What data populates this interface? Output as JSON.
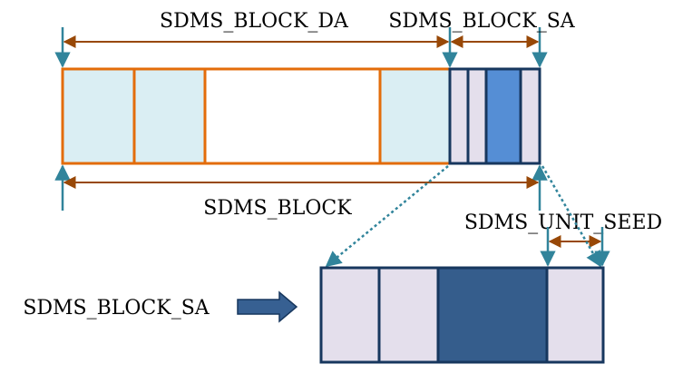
{
  "labels": {
    "block_da": "SDMS_BLOCK_DA",
    "block_sa_top": "SDMS_BLOCK_SA",
    "block": "SDMS_BLOCK",
    "unit_seed": "SDMS_UNIT_SEED",
    "block_sa_zoom": "SDMS_BLOCK_SA"
  },
  "colors": {
    "orange_border": "#e36c0a",
    "navy_border": "#17375e",
    "light_cyan": "#daeef3",
    "lavender": "#e4dfec",
    "mid_blue": "#558ed5",
    "dark_blue": "#355d8c",
    "arrow_brown": "#984807",
    "teal_arrow": "#31849b",
    "block_arrow": "#376092"
  }
}
